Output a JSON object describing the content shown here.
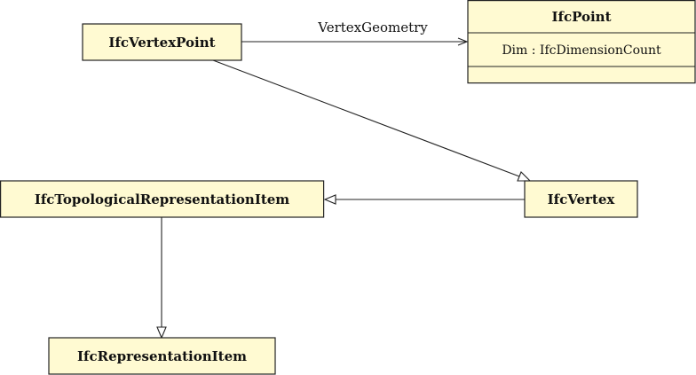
{
  "classes": {
    "vertex_point": {
      "name": "IfcVertexPoint"
    },
    "point": {
      "name": "IfcPoint",
      "attributes": [
        "Dim : IfcDimensionCount"
      ]
    },
    "topological": {
      "name": "IfcTopologicalRepresentationItem"
    },
    "vertex": {
      "name": "IfcVertex"
    },
    "representation_item": {
      "name": "IfcRepresentationItem"
    }
  },
  "relations": {
    "vertex_geometry": {
      "label": "VertexGeometry",
      "from": "IfcVertexPoint",
      "to": "IfcPoint",
      "kind": "association"
    },
    "inherit1": {
      "from": "IfcVertexPoint",
      "to": "IfcVertex",
      "kind": "generalization"
    },
    "inherit2": {
      "from": "IfcVertex",
      "to": "IfcTopologicalRepresentationItem",
      "kind": "generalization"
    },
    "inherit3": {
      "from": "IfcTopologicalRepresentationItem",
      "to": "IfcRepresentationItem",
      "kind": "generalization"
    }
  },
  "colors": {
    "class_fill": "#fffad2",
    "stroke": "#222222"
  }
}
